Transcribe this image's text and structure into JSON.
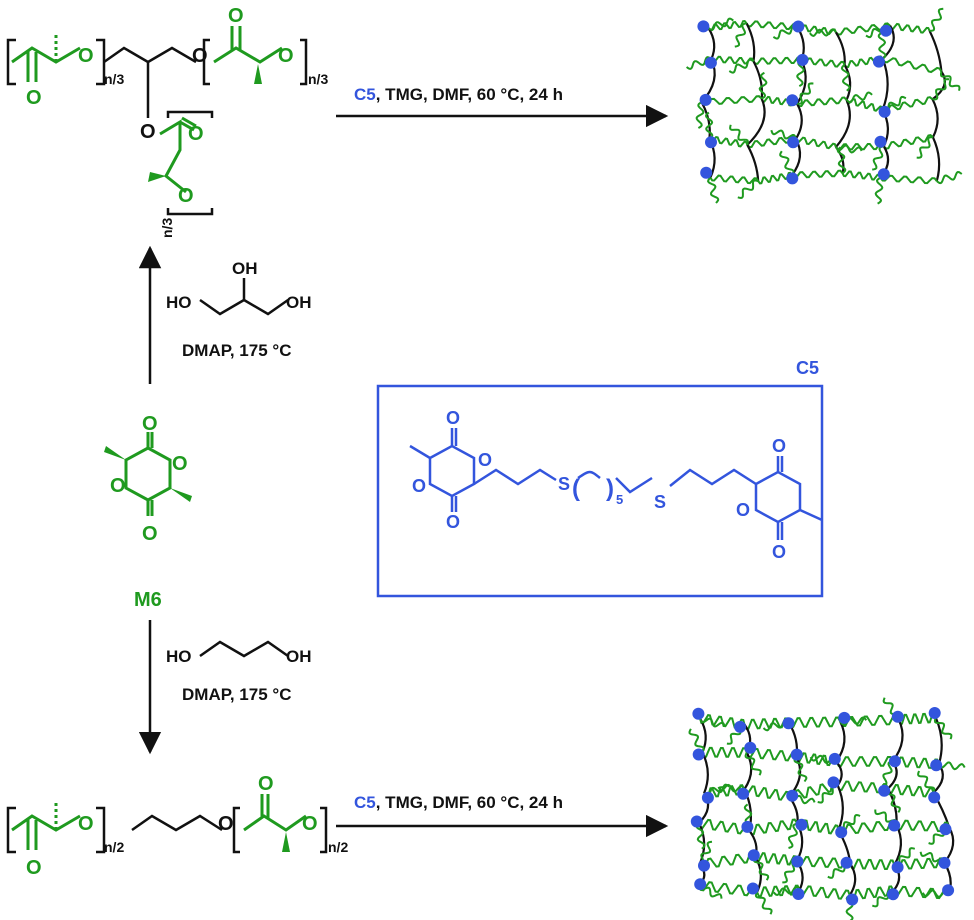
{
  "colors": {
    "black": "#111111",
    "green": "#1f9a1f",
    "blue": "#3355dd"
  },
  "polymer_top": {
    "n_left": "n/3",
    "n_right": "n/3",
    "n_branch": "n/3",
    "O": "O"
  },
  "polymer_bottom": {
    "n_left": "n/2",
    "n_right": "n/2",
    "O": "O"
  },
  "reaction_top": {
    "crosslinker": "C5",
    "conditions": ", TMG, DMF, 60 °C, 24 h"
  },
  "reaction_bottom": {
    "crosslinker": "C5",
    "conditions": ", TMG, DMF, 60 °C, 24 h"
  },
  "initiator_top": {
    "oh_left": "HO",
    "oh_top": "OH",
    "oh_right": "OH",
    "conditions": "DMAP, 175 °C"
  },
  "initiator_bottom": {
    "oh_left": "HO",
    "oh_right": "OH",
    "conditions": "DMAP, 175 °C"
  },
  "monomer": {
    "label": "M6",
    "O": "O"
  },
  "crosslinker_box": {
    "label": "C5",
    "S": "S",
    "O": "O",
    "repeat": "5"
  }
}
